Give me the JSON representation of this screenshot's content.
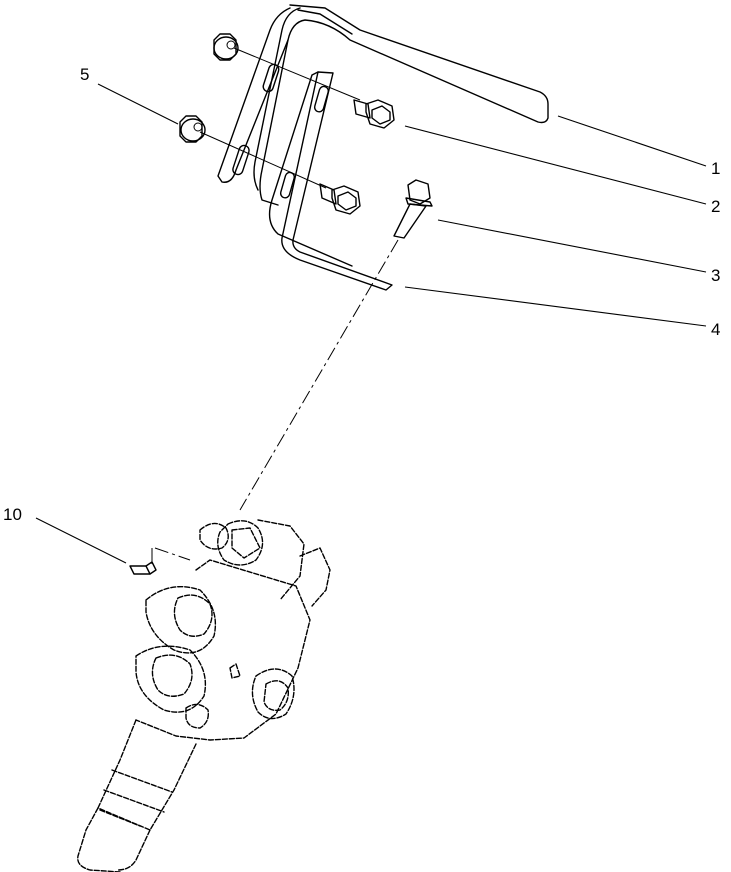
{
  "callouts": [
    {
      "id": "1",
      "label": "1"
    },
    {
      "id": "2",
      "label": "2"
    },
    {
      "id": "3",
      "label": "3"
    },
    {
      "id": "4",
      "label": "4"
    },
    {
      "id": "5",
      "label": "5"
    },
    {
      "id": "10",
      "label": "10"
    }
  ]
}
